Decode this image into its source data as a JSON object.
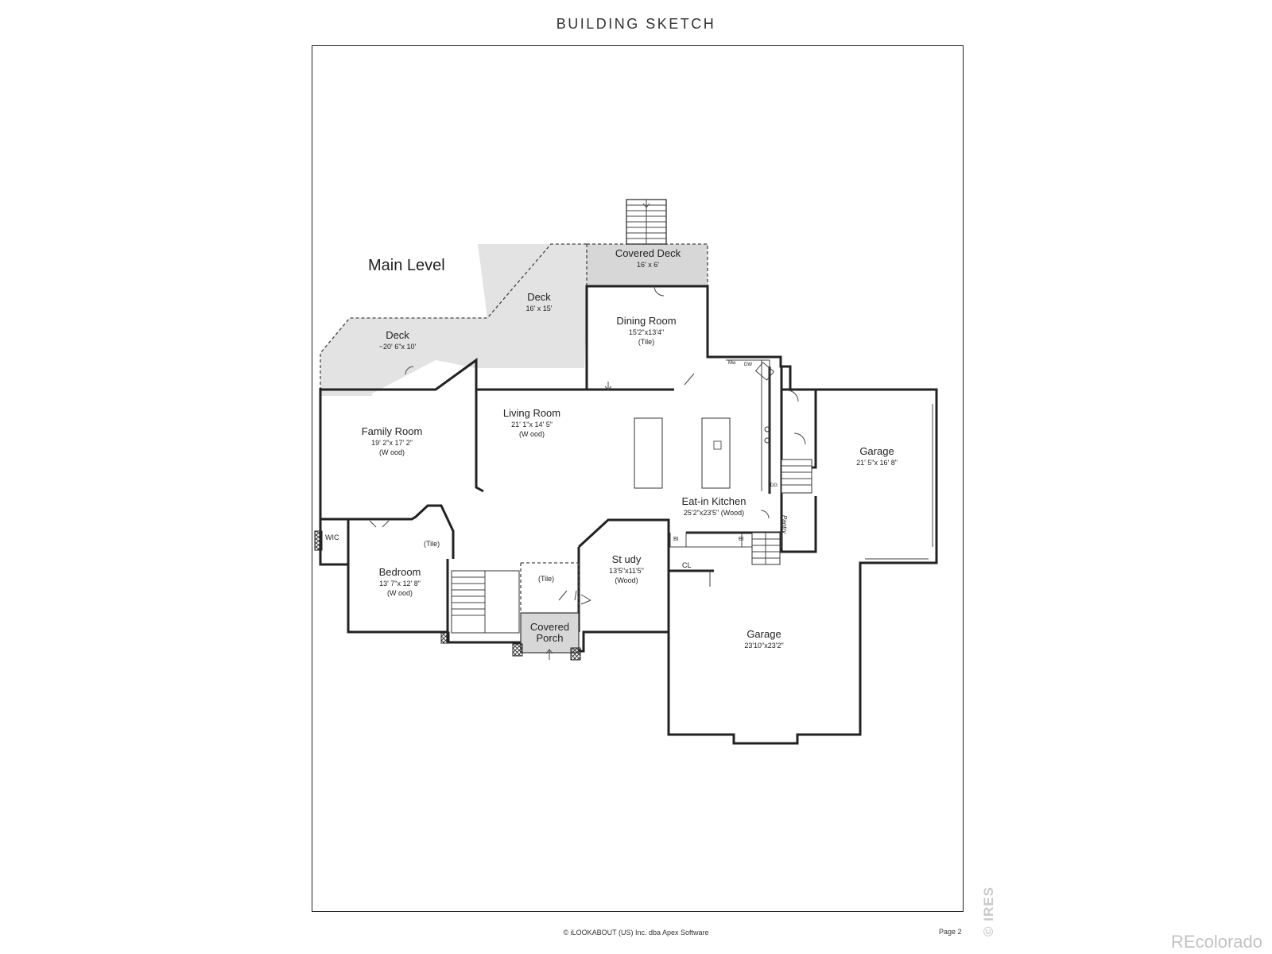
{
  "header": {
    "title": "BUILDING SKETCH"
  },
  "plan": {
    "level": "Main Level",
    "rooms": {
      "covered_deck": {
        "name": "Covered Deck",
        "dims": "16' x 6'"
      },
      "deck_upper": {
        "name": "Deck",
        "dims": "16' x 15'"
      },
      "deck_left": {
        "name": "Deck",
        "dims": "~20' 6\"x 10'"
      },
      "dining": {
        "name": "Dining Room",
        "dims": "15'2\"x13'4\"",
        "floor": "(Tile)"
      },
      "living": {
        "name": "Living Room",
        "dims": "21' 1\"x 14' 5\"",
        "floor": "(W ood)"
      },
      "family": {
        "name": "Family Room",
        "dims": "19' 2\"x 17' 2\"",
        "floor": "(W ood)"
      },
      "kitchen": {
        "name": "Eat-in Kitchen",
        "dims": "25'2\"x23'5\" (Wood)"
      },
      "garage_upper": {
        "name": "Garage",
        "dims": "21' 5\"x 16' 8\""
      },
      "garage_lower": {
        "name": "Garage",
        "dims": "23'10\"x23'2\""
      },
      "study": {
        "name": "St udy",
        "dims": "13'5\"x11'5\"",
        "floor": "(Wood)"
      },
      "bedroom": {
        "name": "Bedroom",
        "dims": "13' 7\"x 12' 8\"",
        "floor": "(W ood)"
      },
      "covered_porch": {
        "line1": "Covered",
        "line2": "Porch"
      }
    },
    "labels": {
      "wic": "WIC",
      "bath_tile": "(Tile)",
      "foyer_tile": "(Tile)",
      "cl": "CL",
      "pantry": "Pantry",
      "bi_left": "BI",
      "bi_right": "BI",
      "mw": "Mw",
      "dw": "DW",
      "dg": "DG"
    }
  },
  "footer": {
    "copyright": "© iLOOKABOUT (US) Inc. dba Apex Software",
    "page": "Page 2"
  },
  "watermarks": {
    "ires": "© IRES",
    "recolorado": "REcolorado"
  }
}
